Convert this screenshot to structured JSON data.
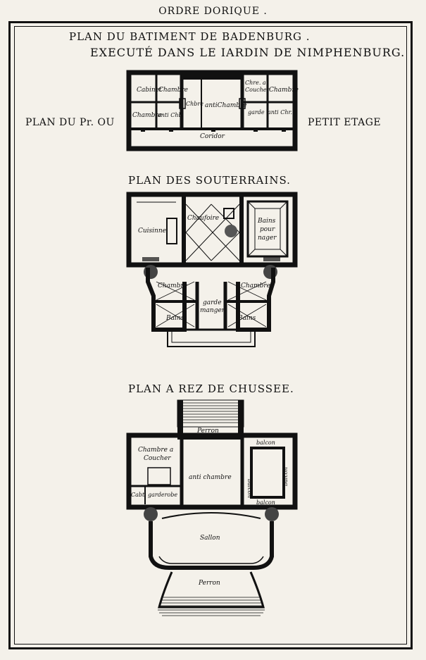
{
  "header": "ORDRE DORIQUE .",
  "title": {
    "line1": "PLAN DU BATIMENT  DE  BADENBURG .",
    "line2": "EXECUTÉ DANS LE IARDIN DE NIMPHENBURG."
  },
  "upper_plan": {
    "left_label": "PLAN DU Pr. OU",
    "right_label": "PETIT ETAGE",
    "rooms": {
      "cabinet": "Cabinet",
      "chambre_tl": "Chambre",
      "chambre_bl": "Chambre",
      "anti_chb_l": "anti Chb.",
      "chbre": "Chbre",
      "antichambre": "antiChambre",
      "chre_a": "Chre. a",
      "coucher": "Coucher",
      "chambre_tr": "Chambre",
      "garde": "garde",
      "anti_chr": "anti Chr.",
      "coridor": "Coridor"
    }
  },
  "souterrains": {
    "title": "PLAN DES SOUTERRAINS.",
    "rooms": {
      "cuisinne": "Cuisinne",
      "chaufoire": "Chaufoire",
      "bains_pour": "Bains",
      "pour": "pour",
      "nager": "nager",
      "chambre_l": "Chambre",
      "chambre_r": "Chambre",
      "garde": "garde",
      "manger": "manger",
      "bains_l": "Bains",
      "bains_r": "Bains"
    }
  },
  "rez": {
    "title": "PLAN A REZ DE CHUSSEE.",
    "rooms": {
      "perron_top": "Perron",
      "chambre_a": "Chambre a",
      "coucher": "Coucher",
      "anti_chambre": "anti chambre",
      "cabt": "Cabt.",
      "garderobe": "garderobe",
      "balcon_top": "balcon",
      "balcon_left": "balcon",
      "balcon_right": "balcon",
      "balcon_bottom": "balcon",
      "sallon": "Sallon",
      "perron_bottom": "Perron"
    }
  }
}
